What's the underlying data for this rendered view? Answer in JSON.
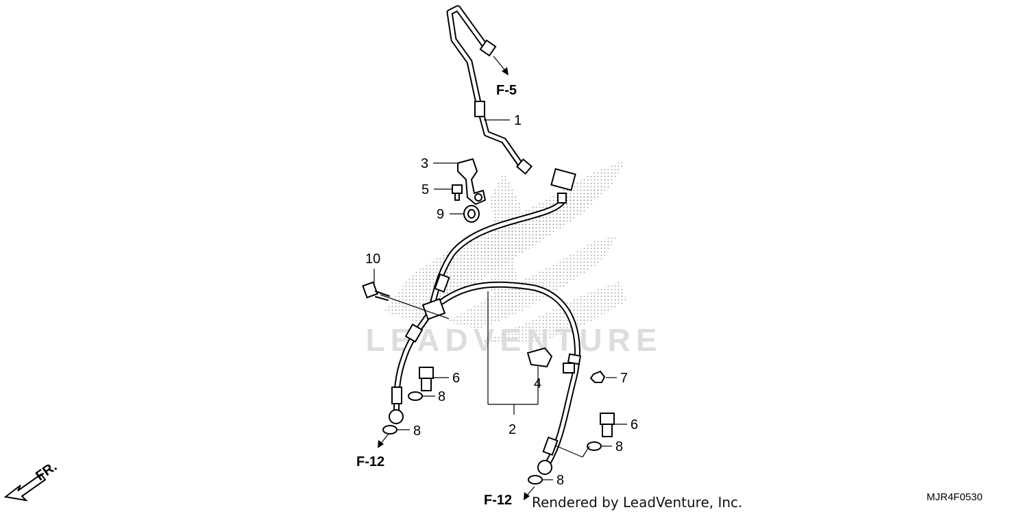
{
  "watermark": "LEADVENTURE",
  "credit": "Rendered by LeadVenture, Inc.",
  "diagram_code": "MJR4F0530",
  "direction_label": "FR.",
  "references": {
    "f5": "F-5",
    "f12_left": "F-12",
    "f12_bottom": "F-12"
  },
  "callouts": {
    "c1": "1",
    "c2": "2",
    "c3": "3",
    "c4": "4",
    "c5": "5",
    "c6a": "6",
    "c6b": "6",
    "c7": "7",
    "c8a": "8",
    "c8b": "8",
    "c8c": "8",
    "c8d": "8",
    "c9": "9",
    "c10": "10"
  }
}
